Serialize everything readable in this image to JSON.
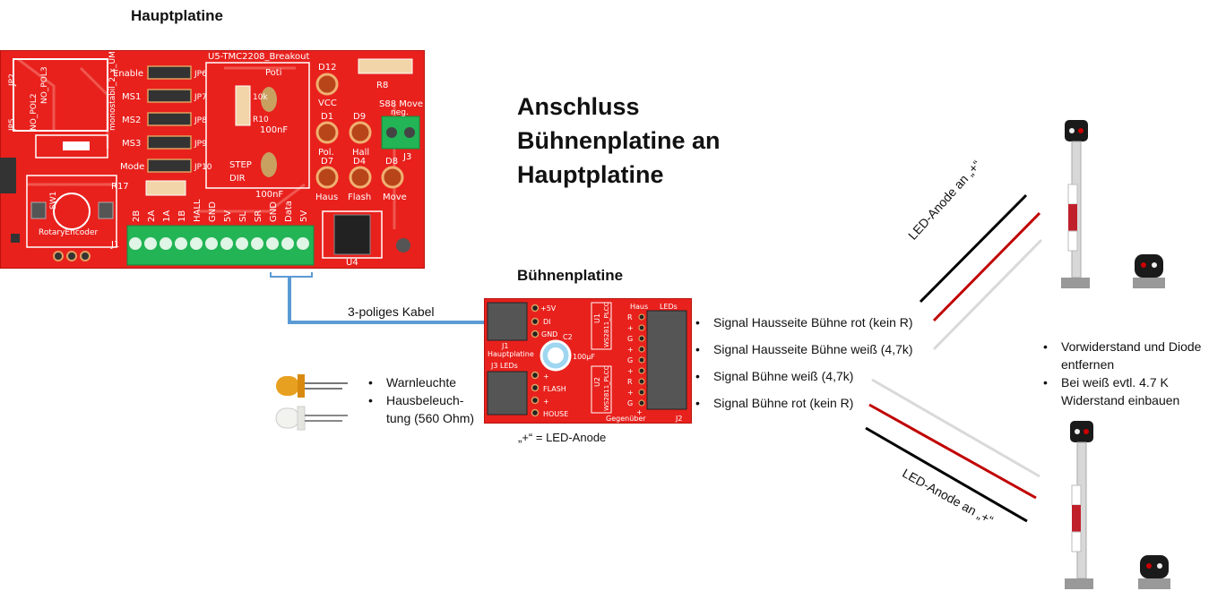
{
  "main_board_title": "Hauptplatine",
  "stage_board_title": "Bühnenplatine",
  "headline": [
    "Anschluss",
    "Bühnenplatine an",
    "Hauptplatine"
  ],
  "cable_label": "3-poliges Kabel",
  "anode_note": "„+“ = LED-Anode",
  "led_items": [
    "Warnleuchte",
    "Hausbeleuch-",
    "tung (560 Ohm)"
  ],
  "signal_items": [
    "Signal Hausseite Bühne rot (kein R)",
    "Signal Hausseite Bühne weiß (4,7k)",
    "Signal Bühne weiß (4,7k)",
    "Signal Bühne rot (kein R)"
  ],
  "wire_label_top": "LED-Anode an „+“",
  "wire_label_bottom": "LED-Anode an „+“",
  "notes": [
    "Vorwiderstand und Diode",
    "entfernen",
    "Bei weiß evtl. 4.7 K",
    "Widerstand einbauen"
  ],
  "main_pcb": {
    "module": "U5-TMC2208_Breakout",
    "jumpers": [
      "Enable",
      "MS1",
      "MS2",
      "MS3",
      "Mode"
    ],
    "jp_labels": [
      "JP6",
      "JP7",
      "JP8",
      "JP9",
      "JP10"
    ],
    "pins": [
      "2B",
      "2A",
      "1A",
      "1B",
      "HALL",
      "GND",
      "5V",
      "SL",
      "SR",
      "GND",
      "Data",
      "5V"
    ],
    "leds": [
      "VCC",
      "Pol.",
      "Hall",
      "Haus",
      "Flash",
      "Move"
    ],
    "led_refs": [
      "D12",
      "D1",
      "D9",
      "D7",
      "D4",
      "D8"
    ],
    "misc": [
      "Poti",
      "R10",
      "10k",
      "100nF",
      "100nF",
      "STEP",
      "DIR",
      "R17",
      "R8",
      "S88 Move",
      "neg.",
      "J3",
      "J1",
      "U4",
      "SW1",
      "RotaryEncoder",
      "monostabil_2_x_UM",
      "NO_POL2",
      "NO_POL3",
      "JP5",
      "JP2"
    ]
  },
  "stage_pcb": {
    "labels": [
      "+5V",
      "DI",
      "GND",
      "J1",
      "Hauptplatine",
      "J3 LEDs",
      "C2",
      "100µF",
      "+",
      "FLASH",
      "+",
      "HOUSE",
      "Haus",
      "LEDs",
      "U1",
      "WS2811_PLCC",
      "U2",
      "WS2811_PLCC",
      "Gegenüber",
      "J2"
    ],
    "pin_marks": [
      "R",
      "+",
      "G",
      "+",
      "G",
      "+",
      "R",
      "+",
      "G",
      "+"
    ]
  },
  "colors": {
    "pcb_red": "#e8211d",
    "silk": "#ffffff",
    "terminal_green": "#22b455",
    "cable_blue": "#5b9bd5",
    "wire_black": "#000000",
    "wire_red": "#c00000",
    "wire_white": "#d9d9d9"
  }
}
